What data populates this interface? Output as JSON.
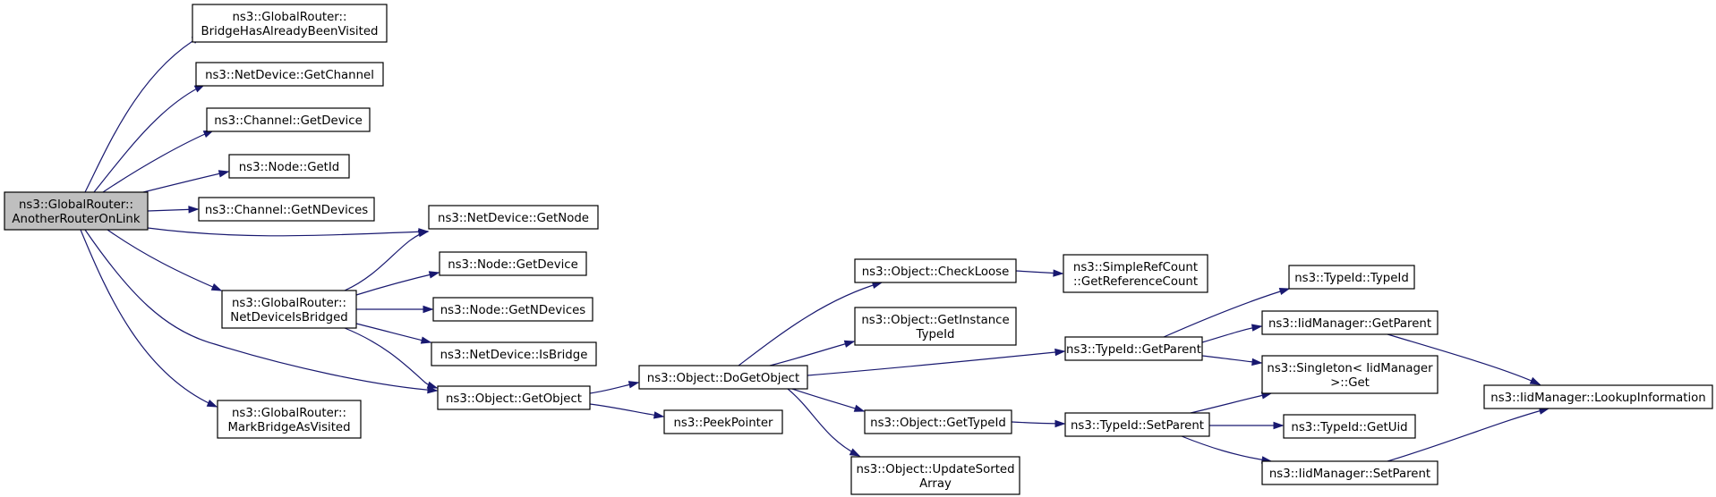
{
  "diagram": {
    "type": "call-graph",
    "root": "ns3::GlobalRouter::AnotherRouterOnLink",
    "edge_color": "#191970",
    "root_fill": "#bfbfbf",
    "nodes": [
      {
        "id": "root",
        "lines": [
          "ns3::GlobalRouter::",
          "AnotherRouterOnLink"
        ]
      },
      {
        "id": "bridgeVisited",
        "lines": [
          "ns3::GlobalRouter::",
          "BridgeHasAlreadyBeenVisited"
        ]
      },
      {
        "id": "ndGetChannel",
        "lines": [
          "ns3::NetDevice::GetChannel"
        ]
      },
      {
        "id": "chGetDevice",
        "lines": [
          "ns3::Channel::GetDevice"
        ]
      },
      {
        "id": "nodeGetId",
        "lines": [
          "ns3::Node::GetId"
        ]
      },
      {
        "id": "chGetNDevices",
        "lines": [
          "ns3::Channel::GetNDevices"
        ]
      },
      {
        "id": "ndGetNode",
        "lines": [
          "ns3::NetDevice::GetNode"
        ]
      },
      {
        "id": "ndIsBridged",
        "lines": [
          "ns3::GlobalRouter::",
          "NetDeviceIsBridged"
        ]
      },
      {
        "id": "nodeGetDevice",
        "lines": [
          "ns3::Node::GetDevice"
        ]
      },
      {
        "id": "nodeGetNDevices",
        "lines": [
          "ns3::Node::GetNDevices"
        ]
      },
      {
        "id": "ndIsBridge",
        "lines": [
          "ns3::NetDevice::IsBridge"
        ]
      },
      {
        "id": "objGetObject",
        "lines": [
          "ns3::Object::GetObject"
        ]
      },
      {
        "id": "markBridge",
        "lines": [
          "ns3::GlobalRouter::",
          "MarkBridgeAsVisited"
        ]
      },
      {
        "id": "peekPointer",
        "lines": [
          "ns3::PeekPointer"
        ]
      },
      {
        "id": "doGetObject",
        "lines": [
          "ns3::Object::DoGetObject"
        ]
      },
      {
        "id": "checkLoose",
        "lines": [
          "ns3::Object::CheckLoose"
        ]
      },
      {
        "id": "getInstanceTypeId",
        "lines": [
          "ns3::Object::GetInstance",
          "TypeId"
        ]
      },
      {
        "id": "objGetTypeId",
        "lines": [
          "ns3::Object::GetTypeId"
        ]
      },
      {
        "id": "updateSorted",
        "lines": [
          "ns3::Object::UpdateSorted",
          "Array"
        ]
      },
      {
        "id": "getRefCount",
        "lines": [
          "ns3::SimpleRefCount",
          "::GetReferenceCount"
        ]
      },
      {
        "id": "tidGetParent",
        "lines": [
          "ns3::TypeId::GetParent"
        ]
      },
      {
        "id": "tidSetParent",
        "lines": [
          "ns3::TypeId::SetParent"
        ]
      },
      {
        "id": "tidTypeId",
        "lines": [
          "ns3::TypeId::TypeId"
        ]
      },
      {
        "id": "iidGetParent",
        "lines": [
          "ns3::IidManager::GetParent"
        ]
      },
      {
        "id": "singletonGet",
        "lines": [
          "ns3::Singleton< IidManager",
          " >::Get"
        ]
      },
      {
        "id": "tidGetUid",
        "lines": [
          "ns3::TypeId::GetUid"
        ]
      },
      {
        "id": "iidSetParent",
        "lines": [
          "ns3::IidManager::SetParent"
        ]
      },
      {
        "id": "lookupInfo",
        "lines": [
          "ns3::IidManager::LookupInformation"
        ]
      }
    ],
    "edges": [
      {
        "from": "root",
        "to": "bridgeVisited"
      },
      {
        "from": "root",
        "to": "ndGetChannel"
      },
      {
        "from": "root",
        "to": "chGetDevice"
      },
      {
        "from": "root",
        "to": "nodeGetId"
      },
      {
        "from": "root",
        "to": "chGetNDevices"
      },
      {
        "from": "root",
        "to": "ndGetNode"
      },
      {
        "from": "root",
        "to": "ndIsBridged"
      },
      {
        "from": "root",
        "to": "objGetObject"
      },
      {
        "from": "root",
        "to": "markBridge"
      },
      {
        "from": "ndIsBridged",
        "to": "ndGetNode"
      },
      {
        "from": "ndIsBridged",
        "to": "nodeGetDevice"
      },
      {
        "from": "ndIsBridged",
        "to": "nodeGetNDevices"
      },
      {
        "from": "ndIsBridged",
        "to": "ndIsBridge"
      },
      {
        "from": "ndIsBridged",
        "to": "objGetObject"
      },
      {
        "from": "objGetObject",
        "to": "doGetObject"
      },
      {
        "from": "objGetObject",
        "to": "peekPointer"
      },
      {
        "from": "doGetObject",
        "to": "checkLoose"
      },
      {
        "from": "doGetObject",
        "to": "getInstanceTypeId"
      },
      {
        "from": "doGetObject",
        "to": "tidGetParent"
      },
      {
        "from": "doGetObject",
        "to": "objGetTypeId"
      },
      {
        "from": "doGetObject",
        "to": "updateSorted"
      },
      {
        "from": "checkLoose",
        "to": "getRefCount"
      },
      {
        "from": "objGetTypeId",
        "to": "tidSetParent"
      },
      {
        "from": "tidGetParent",
        "to": "tidTypeId"
      },
      {
        "from": "tidGetParent",
        "to": "iidGetParent"
      },
      {
        "from": "tidGetParent",
        "to": "singletonGet"
      },
      {
        "from": "tidSetParent",
        "to": "singletonGet"
      },
      {
        "from": "tidSetParent",
        "to": "tidGetUid"
      },
      {
        "from": "tidSetParent",
        "to": "iidSetParent"
      },
      {
        "from": "iidGetParent",
        "to": "lookupInfo"
      },
      {
        "from": "iidSetParent",
        "to": "lookupInfo"
      }
    ]
  }
}
